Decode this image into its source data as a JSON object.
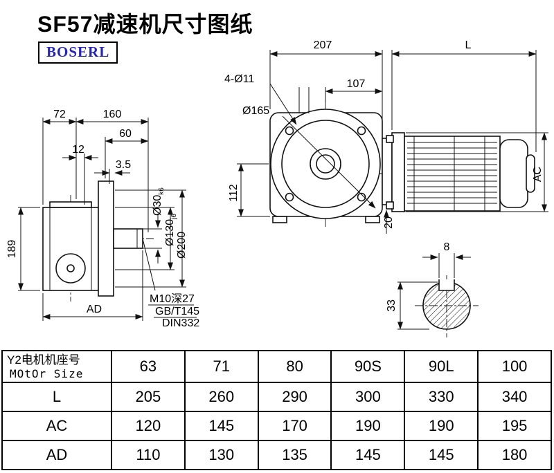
{
  "page": {
    "title": "SF57减速机尺寸图纸",
    "brand": "BOSERL"
  },
  "side_view": {
    "dim_72": "72",
    "dim_160": "160",
    "dim_60": "60",
    "dim_12": "12",
    "dim_3_5": "3.5",
    "dim_189": "189",
    "dim_ad": "AD",
    "dia_shaft": "Ø30",
    "dia_shaft_tol": "k6",
    "dia_spigot": "Ø130",
    "dia_spigot_tol": "j6",
    "dia_flange": "Ø200",
    "note_tap": "M10深27",
    "note_std1": "GB/T145",
    "note_std2": "DIN332"
  },
  "front_view": {
    "dim_207": "207",
    "dim_l": "L",
    "dim_holes": "4-Ø11",
    "dim_107": "107",
    "dia_165": "Ø165",
    "dim_112": "112",
    "dim_20": "20",
    "dim_ac": "AC"
  },
  "shaft_view": {
    "dim_8": "8",
    "dim_33": "33"
  },
  "table": {
    "header_cn": "Y2电机机座号",
    "header_en": "MOtOr Size",
    "columns": [
      "63",
      "71",
      "80",
      "90S",
      "90L",
      "100"
    ],
    "rows": [
      {
        "label": "L",
        "values": [
          "205",
          "260",
          "290",
          "300",
          "330",
          "340"
        ]
      },
      {
        "label": "AC",
        "values": [
          "120",
          "145",
          "170",
          "190",
          "190",
          "195"
        ]
      },
      {
        "label": "AD",
        "values": [
          "110",
          "130",
          "135",
          "145",
          "145",
          "180"
        ]
      }
    ]
  }
}
